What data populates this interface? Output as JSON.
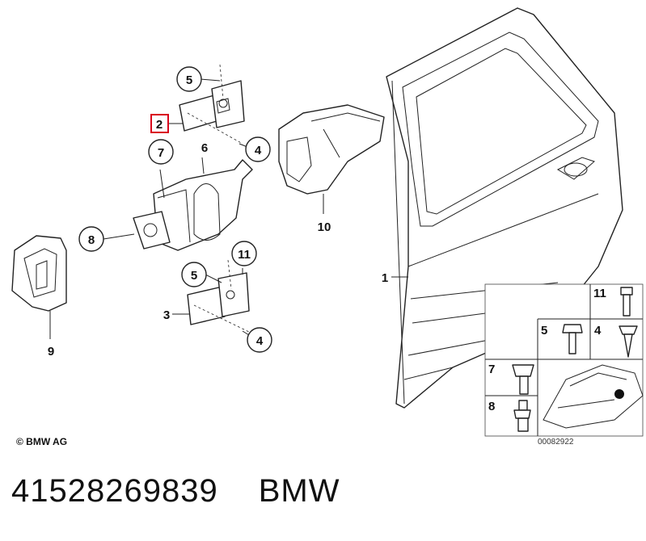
{
  "callouts": {
    "c1": "1",
    "c2": "2",
    "c3": "3",
    "c4a": "4",
    "c4b": "4",
    "c5a": "5",
    "c5b": "5",
    "c6": "6",
    "c7": "7",
    "c8": "8",
    "c9": "9",
    "c10": "10",
    "c11": "11"
  },
  "legend": {
    "l11": "11",
    "l5": "5",
    "l4": "4",
    "l7": "7",
    "l8": "8"
  },
  "copyright": "© BMW AG",
  "diagram_code": "00082922",
  "part_number": "41528269839",
  "brand": "BMW",
  "highlight_color": "#d9001b"
}
